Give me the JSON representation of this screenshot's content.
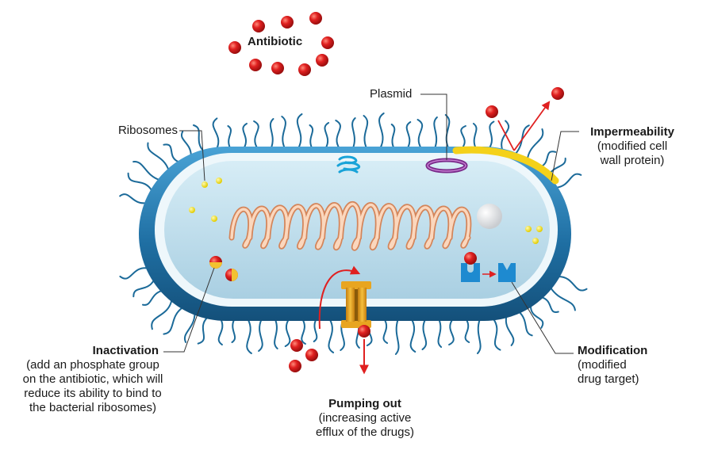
{
  "labels": {
    "antibiotic": "Antibiotic",
    "plasmid": "Plasmid",
    "ribosomes": "Ribosomes",
    "impermeability": {
      "title": "Impermeability",
      "line1": "(modified cell",
      "line2": "wall protein)"
    },
    "inactivation": {
      "title": "Inactivation",
      "line1": "(add an phosphate group",
      "line2": "on the antibiotic, which will",
      "line3": "reduce its ability to bind to",
      "line4": "the bacterial ribosomes)"
    },
    "modification": {
      "title": "Modification",
      "line1": "(modified",
      "line2": "drug target)"
    },
    "pumping_out": {
      "title": "Pumping out",
      "line1": "(increasing active",
      "line2": "efflux of the drugs)"
    }
  },
  "colors": {
    "antibiotic": "#e02020",
    "membrane_outer": "#1f6fa3",
    "cytoplasm": "#bcdcea",
    "cell_wall": "#e3f1f7",
    "pili": "#1b6a99",
    "chromosome": "#f0a87a",
    "plasmid": "#7a2a8a",
    "ribosome": "#f2e21a",
    "pump": "#e8a520",
    "target": "#1e8ad0",
    "impermeable_patch": "#f4d11a"
  },
  "icons": {
    "antibiotic": "red-sphere",
    "ribosome": "yellow-dot",
    "chromosome": "coiled-dna",
    "plasmid": "ring-loop",
    "efflux_pump": "membrane-channel",
    "drug_target": "notched-block"
  }
}
